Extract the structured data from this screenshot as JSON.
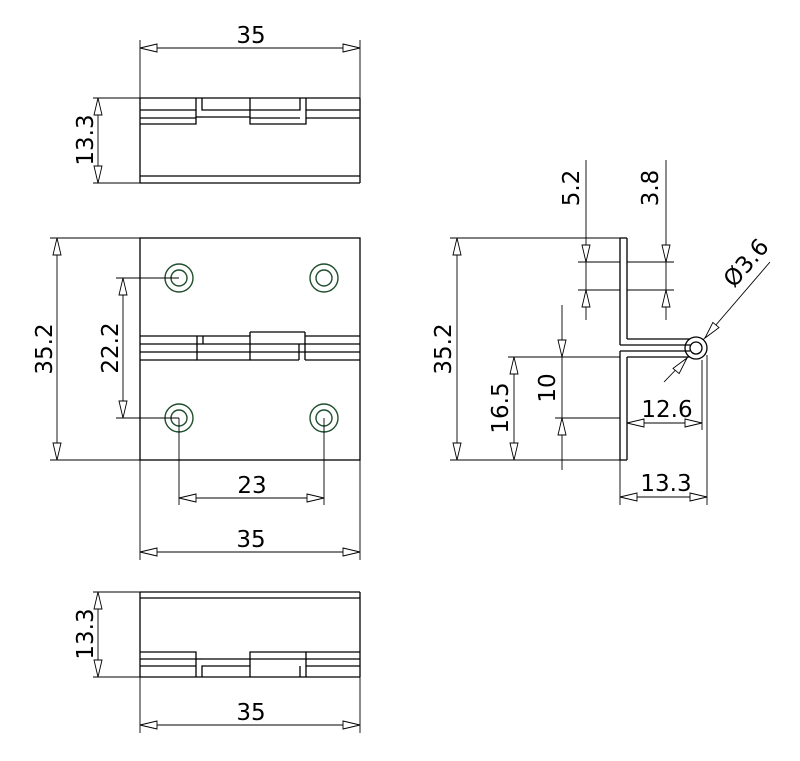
{
  "drawing": {
    "top_view": {
      "width": "35",
      "height": "13.3"
    },
    "front_view": {
      "height": "35.2",
      "hole_vertical": "22.2",
      "hole_horizontal": "23",
      "width": "35"
    },
    "bottom_view": {
      "height": "13.3",
      "width": "35"
    },
    "side_view": {
      "height": "35.2",
      "leaf_thickness_top": "5.2",
      "leaf_thickness": "3.8",
      "pin_diameter": "Ø3.6",
      "lower_height": "16.5",
      "inner_height": "10",
      "inner_width": "12.6",
      "depth": "13.3"
    }
  }
}
